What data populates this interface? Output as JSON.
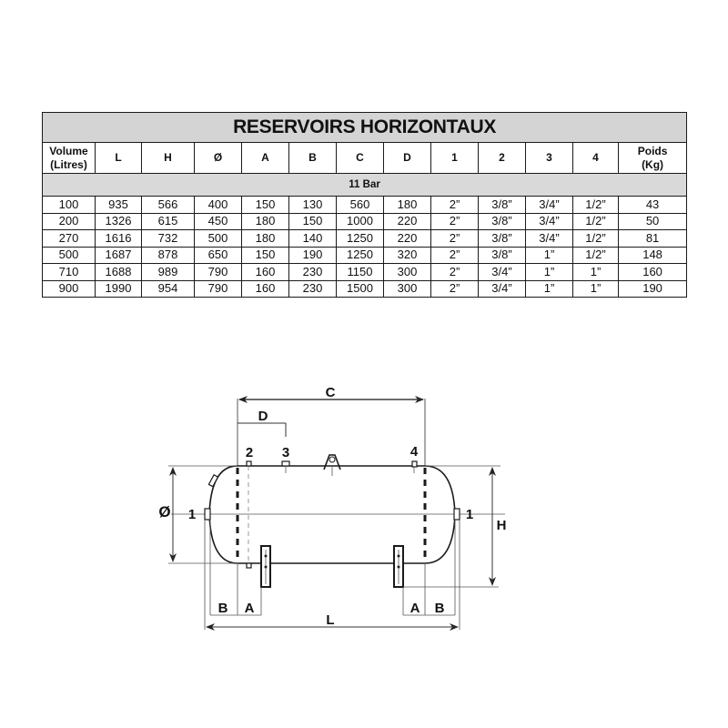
{
  "table": {
    "title": "RESERVOIRS HORIZONTAUX",
    "headers": [
      {
        "line1": "Volume",
        "line2": "(Litres)"
      },
      {
        "line1": "L",
        "line2": ""
      },
      {
        "line1": "H",
        "line2": ""
      },
      {
        "line1": "Ø",
        "line2": ""
      },
      {
        "line1": "A",
        "line2": ""
      },
      {
        "line1": "B",
        "line2": ""
      },
      {
        "line1": "C",
        "line2": ""
      },
      {
        "line1": "D",
        "line2": ""
      },
      {
        "line1": "1",
        "line2": ""
      },
      {
        "line1": "2",
        "line2": ""
      },
      {
        "line1": "3",
        "line2": ""
      },
      {
        "line1": "4",
        "line2": ""
      },
      {
        "line1": "Poids",
        "line2": "(Kg)"
      }
    ],
    "pressure_label": "11 Bar",
    "rows": [
      [
        "100",
        "935",
        "566",
        "400",
        "150",
        "130",
        "560",
        "180",
        "2”",
        "3/8”",
        "3/4”",
        "1/2”",
        "43"
      ],
      [
        "200",
        "1326",
        "615",
        "450",
        "180",
        "150",
        "1000",
        "220",
        "2”",
        "3/8”",
        "3/4”",
        "1/2”",
        "50"
      ],
      [
        "270",
        "1616",
        "732",
        "500",
        "180",
        "140",
        "1250",
        "220",
        "2”",
        "3/8”",
        "3/4”",
        "1/2”",
        "81"
      ],
      [
        "500",
        "1687",
        "878",
        "650",
        "150",
        "190",
        "1250",
        "320",
        "2”",
        "3/8”",
        "1”",
        "1/2”",
        "148"
      ],
      [
        "710",
        "1688",
        "989",
        "790",
        "160",
        "230",
        "1150",
        "300",
        "2”",
        "3/4”",
        "1”",
        "1”",
        "160"
      ],
      [
        "900",
        "1990",
        "954",
        "790",
        "160",
        "230",
        "1500",
        "300",
        "2”",
        "3/4”",
        "1”",
        "1”",
        "190"
      ]
    ]
  },
  "diagram": {
    "labels": {
      "C": "C",
      "D": "D",
      "port2": "2",
      "port3": "3",
      "port4": "4",
      "diameter": "Ø",
      "port1_left": "1",
      "port1_right": "1",
      "H": "H",
      "B_left": "B",
      "A_left": "A",
      "A_right": "A",
      "B_right": "B",
      "L": "L"
    }
  },
  "colors": {
    "title_bg": "#d4d4d4",
    "pressure_bg": "#d9d9d9",
    "line": "#1a1a1a",
    "dim_line": "#555555"
  }
}
